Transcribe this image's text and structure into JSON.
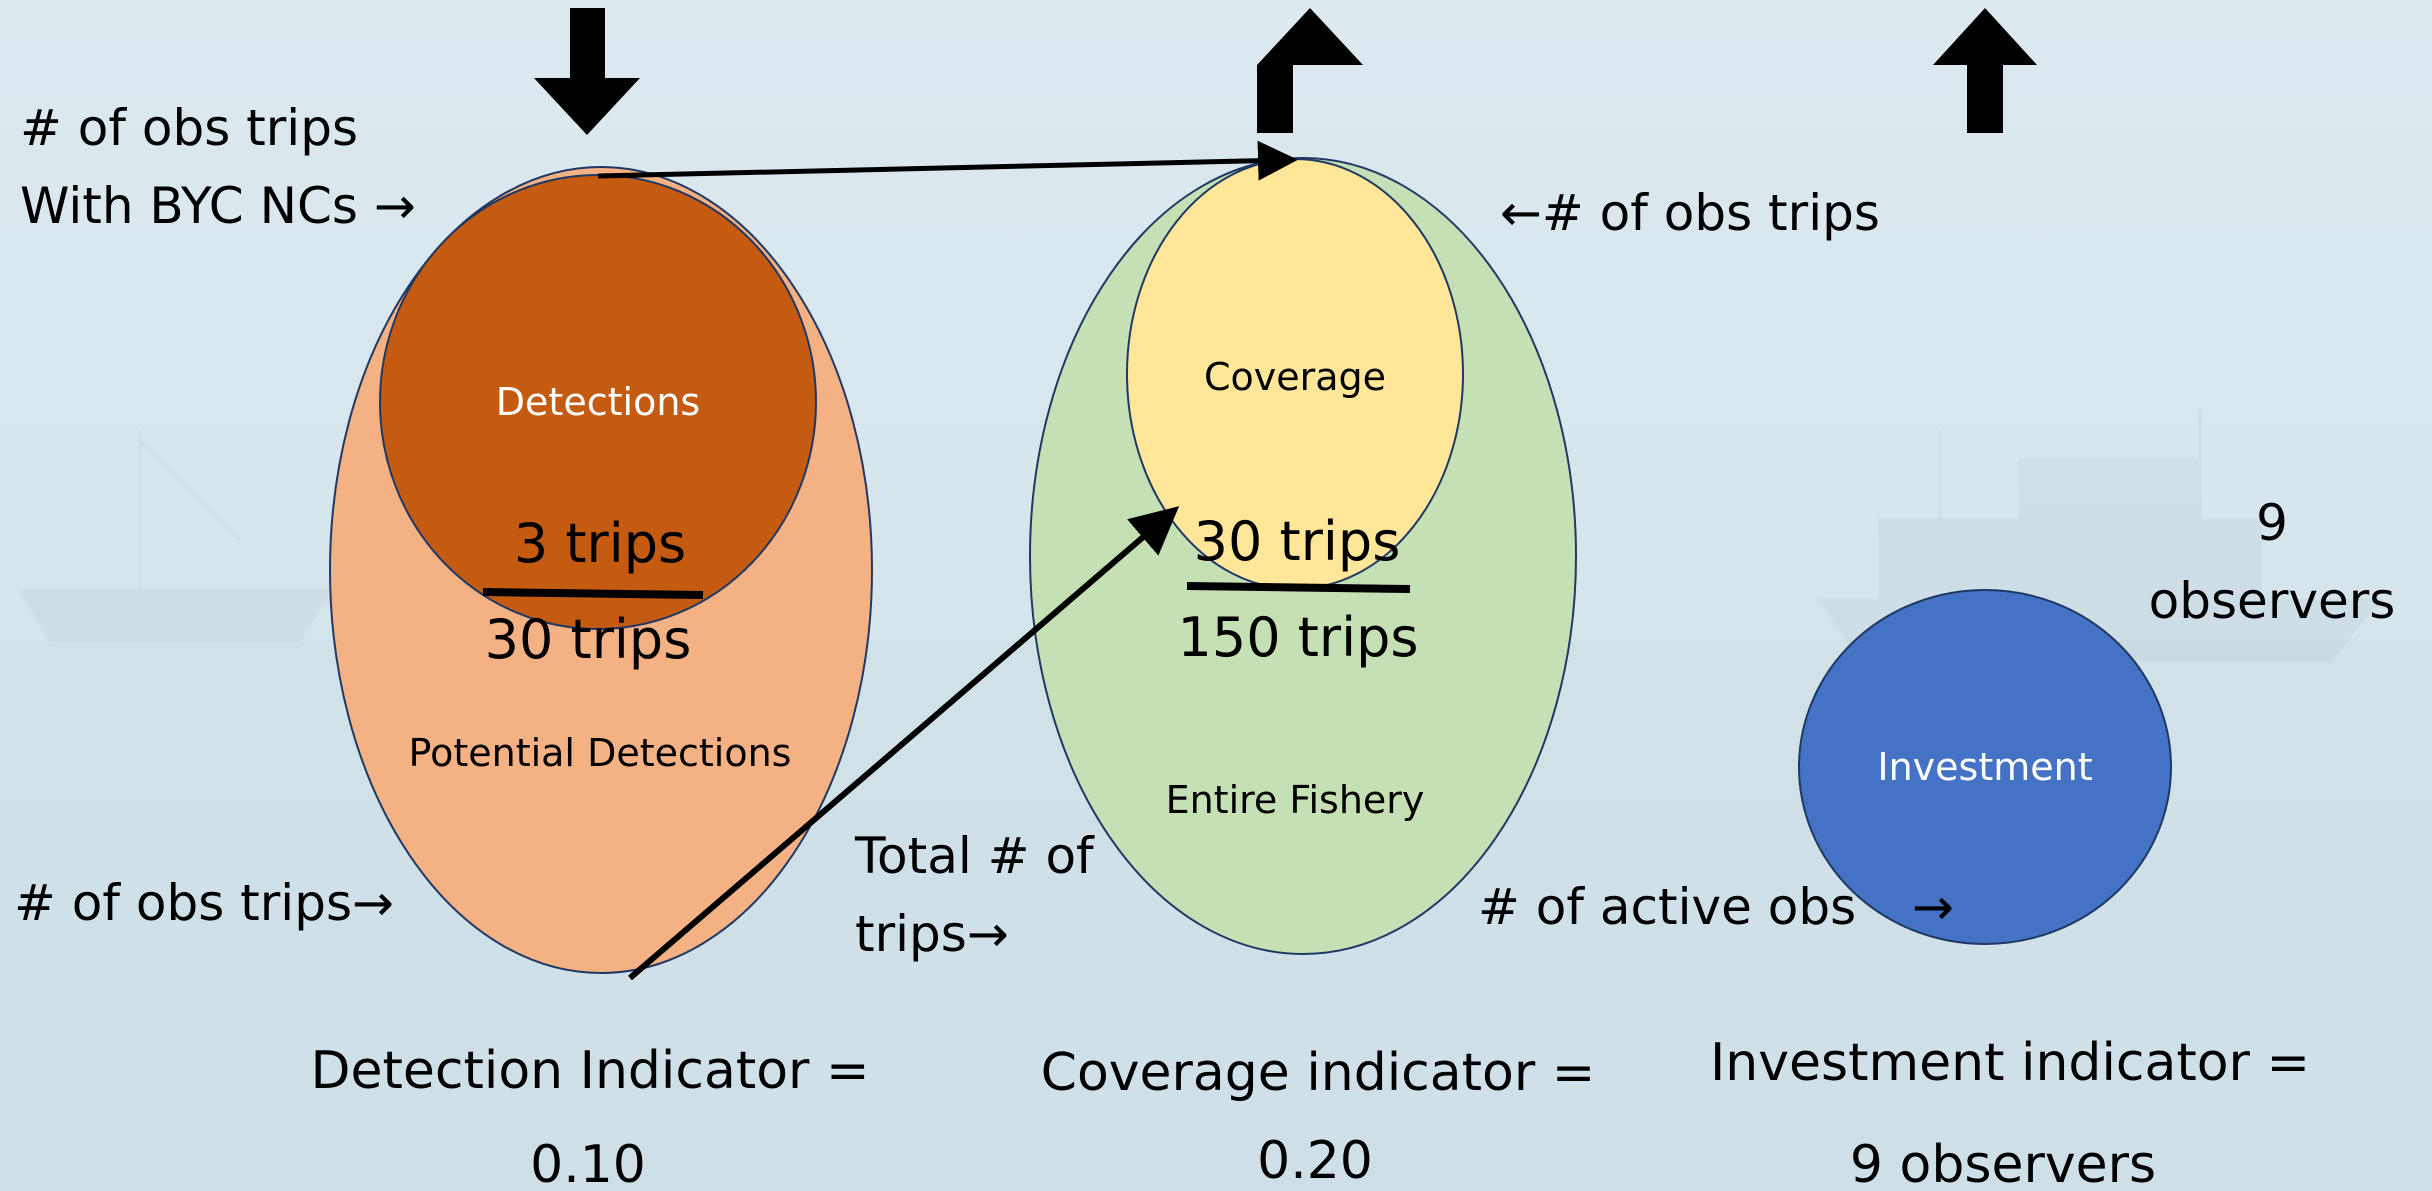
{
  "colors": {
    "background_top": "#dce9ef",
    "background_bottom": "#cfe1e9",
    "potential_detections_fill": "#f4b183",
    "detections_fill": "#c55a11",
    "entire_fishery_fill": "#c5e0b4",
    "coverage_fill": "#ffe699",
    "investment_fill": "#4472c4",
    "outline": "#1f3864",
    "arrow": "#000000"
  },
  "left_labels": {
    "obs_trips_byc_line1": "# of obs trips",
    "obs_trips_byc_line2": "With BYC NCs →",
    "obs_trips": "# of obs trips→"
  },
  "detection": {
    "outer_label": "Potential Detections",
    "inner_label": "Detections",
    "numerator": "3 trips",
    "denominator": "30 trips",
    "indicator_label": "Detection Indicator =",
    "indicator_value": "0.10"
  },
  "coverage": {
    "outer_label": "Entire Fishery",
    "inner_label": "Coverage",
    "numerator": "30 trips",
    "denominator": "150 trips",
    "obs_trips_label": "←# of obs trips",
    "total_trips_line1": "Total # of",
    "total_trips_line2": "trips→",
    "indicator_label": "Coverage indicator =",
    "indicator_value": "0.20"
  },
  "investment": {
    "circle_label": "Investment",
    "observers_count": "9",
    "observers_word": "observers",
    "active_obs_label": "# of active obs",
    "active_obs_arrow": "→",
    "indicator_label": "Investment indicator =",
    "indicator_value": "9 observers"
  },
  "icons": [
    "down-arrow-icon",
    "up-arrow-icon",
    "up-arrow-icon",
    "ship-watermark"
  ]
}
